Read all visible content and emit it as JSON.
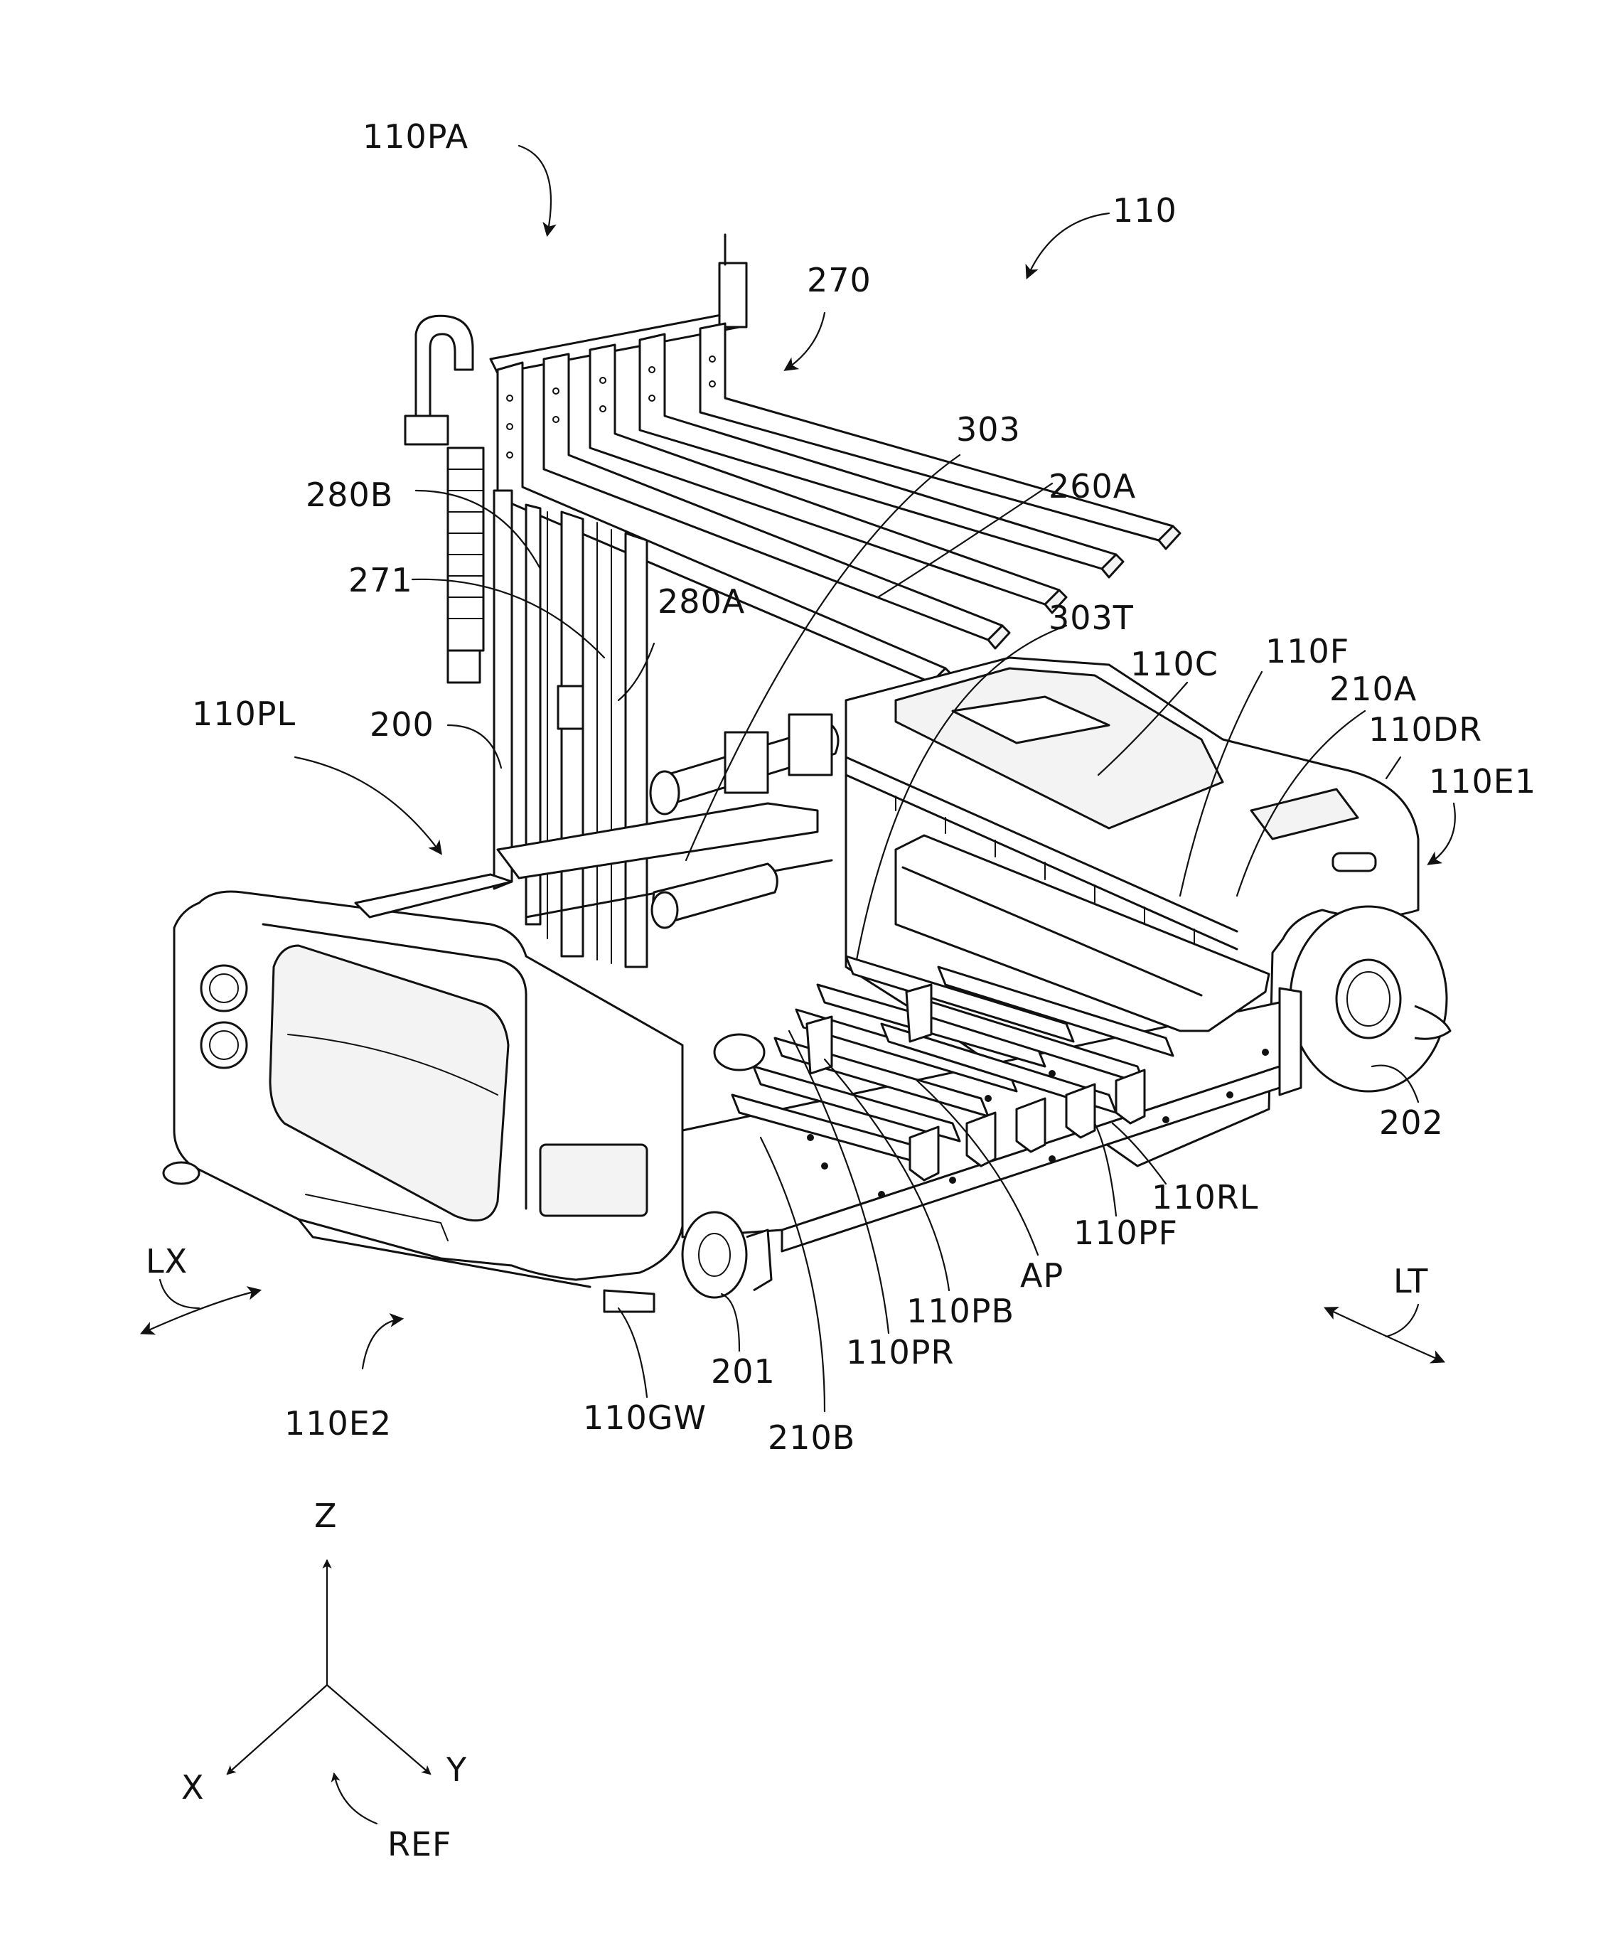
{
  "figure": {
    "labels": {
      "l110PA": "110PA",
      "l110": "110",
      "l270": "270",
      "l303": "303",
      "l260A": "260A",
      "l280B": "280B",
      "l271": "271",
      "l280A": "280A",
      "l303T": "303T",
      "l110C": "110C",
      "l110F": "110F",
      "l210A": "210A",
      "l110DR": "110DR",
      "l110E1": "110E1",
      "l110PL": "110PL",
      "l200": "200",
      "l202": "202",
      "l110RL": "110RL",
      "l110PF": "110PF",
      "lAP": "AP",
      "l110PB": "110PB",
      "l110PR": "110PR",
      "l201": "201",
      "l210B": "210B",
      "l110GW": "110GW",
      "l110E2": "110E2",
      "lLX": "LX",
      "lLT": "LT"
    },
    "axes": {
      "z": "Z",
      "x": "X",
      "y": "Y",
      "ref": "REF"
    }
  }
}
